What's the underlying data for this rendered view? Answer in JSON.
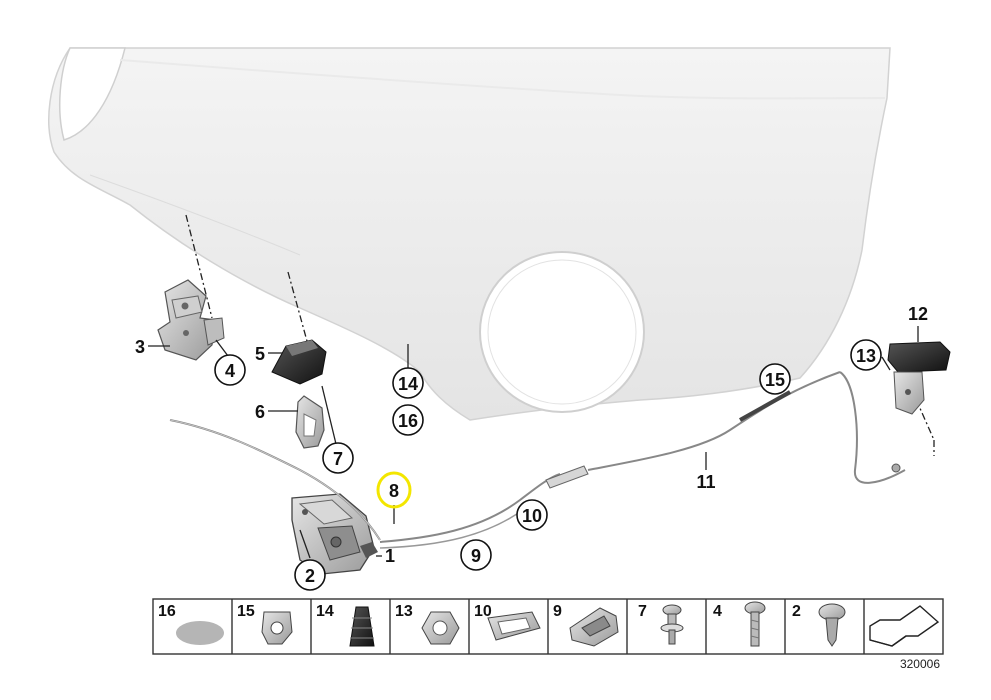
{
  "diagram": {
    "reference_code": "320006",
    "callouts": [
      {
        "id": "c1",
        "label": "1",
        "circled": false
      },
      {
        "id": "c2",
        "label": "2",
        "circled": true
      },
      {
        "id": "c3",
        "label": "3",
        "circled": false
      },
      {
        "id": "c4",
        "label": "4",
        "circled": true
      },
      {
        "id": "c5",
        "label": "5",
        "circled": false
      },
      {
        "id": "c6",
        "label": "6",
        "circled": false
      },
      {
        "id": "c7",
        "label": "7",
        "circled": true
      },
      {
        "id": "c8",
        "label": "8",
        "circled": false,
        "highlighted": true
      },
      {
        "id": "c9",
        "label": "9",
        "circled": true
      },
      {
        "id": "c10",
        "label": "10",
        "circled": true
      },
      {
        "id": "c11",
        "label": "11",
        "circled": false
      },
      {
        "id": "c12",
        "label": "12",
        "circled": false
      },
      {
        "id": "c13",
        "label": "13",
        "circled": true
      },
      {
        "id": "c14",
        "label": "14",
        "circled": true
      },
      {
        "id": "c15",
        "label": "15",
        "circled": true
      },
      {
        "id": "c16",
        "label": "16",
        "circled": true
      }
    ],
    "parts_strip": [
      {
        "label": "16",
        "icon": "felt-pad-icon"
      },
      {
        "label": "15",
        "icon": "cable-clip-icon"
      },
      {
        "label": "14",
        "icon": "rubber-buffer-icon"
      },
      {
        "label": "13",
        "icon": "hex-nut-icon"
      },
      {
        "label": "10",
        "icon": "cable-holder-icon"
      },
      {
        "label": "9",
        "icon": "bracket-clip-icon"
      },
      {
        "label": "7",
        "icon": "screw-washer-icon"
      },
      {
        "label": "4",
        "icon": "hex-bolt-icon"
      },
      {
        "label": "2",
        "icon": "torx-screw-icon"
      },
      {
        "label": "",
        "icon": "direction-arrow-icon"
      }
    ],
    "highlight_color": "#f3e600"
  }
}
